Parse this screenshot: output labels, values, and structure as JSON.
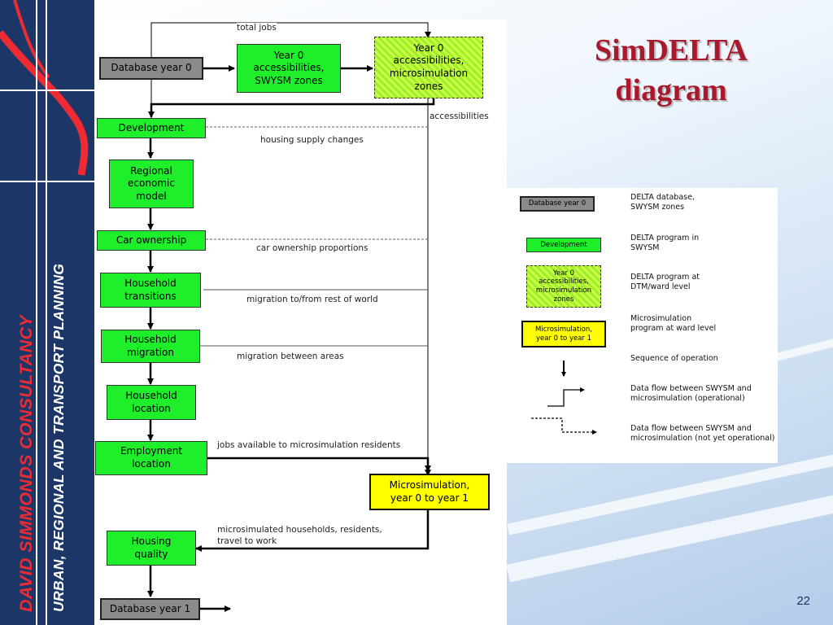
{
  "brand": {
    "name": "DAVID SIMMONDS CONSULTANCY",
    "tagline": "URBAN, REGIONAL AND TRANSPORT PLANNING"
  },
  "title": {
    "line1": "SimDELTA",
    "line2": "diagram"
  },
  "slide_number": "22",
  "colors": {
    "brand_navy": "#1d3668",
    "brand_red": "#ee2a33",
    "title_red": "#a8192b",
    "process_green": "#1fee2a",
    "database_grey": "#8b8b8b",
    "microsim_yellow": "#ffff00"
  },
  "diagram": {
    "boxes": {
      "database_year0": "Database year 0",
      "year0_swysm": "Year 0\naccessibilities,\nSWYSM zones",
      "year0_microsim": "Year 0\naccessibilities,\nmicrosimulation\nzones",
      "development": "Development",
      "regional_economic": "Regional\neconomic\nmodel",
      "car_ownership": "Car ownership",
      "household_transitions": "Household\ntransitions",
      "household_migration": "Household\nmigration",
      "household_location": "Household\nlocation",
      "employment_location": "Employment\nlocation",
      "microsimulation": "Microsimulation,\nyear 0 to year 1",
      "housing_quality": "Housing\nquality",
      "database_year1": "Database year 1"
    },
    "flows": {
      "total_jobs": "total jobs",
      "accessibilities": "accessibilities",
      "housing_supply": "housing supply changes",
      "car_ownership_props": "car ownership proportions",
      "migration_world": "migration to/from rest of world",
      "migration_areas": "migration between areas",
      "jobs_available": "jobs available to microsimulation residents",
      "microsimulated": "microsimulated households, residents,\ntravel to work"
    }
  },
  "legend": {
    "items": [
      {
        "sample": "Database year 0",
        "text": "DELTA database,\nSWYSM zones"
      },
      {
        "sample": "Development",
        "text": "DELTA program in\nSWYSM"
      },
      {
        "sample": "Year 0\naccessibilities,\nmicrosimulation\nzones",
        "text": "DELTA program at\nDTM/ward level"
      },
      {
        "sample": "Microsimulation,\nyear 0 to year 1",
        "text": "Microsimulation\nprogram at ward level"
      },
      {
        "sample": "",
        "text": "Sequence of operation"
      },
      {
        "sample": "",
        "text": "Data flow between SWYSM and\nmicrosimulation (operational)"
      },
      {
        "sample": "",
        "text": "Data flow between SWYSM and\nmicrosimulation (not yet operational)"
      }
    ]
  }
}
